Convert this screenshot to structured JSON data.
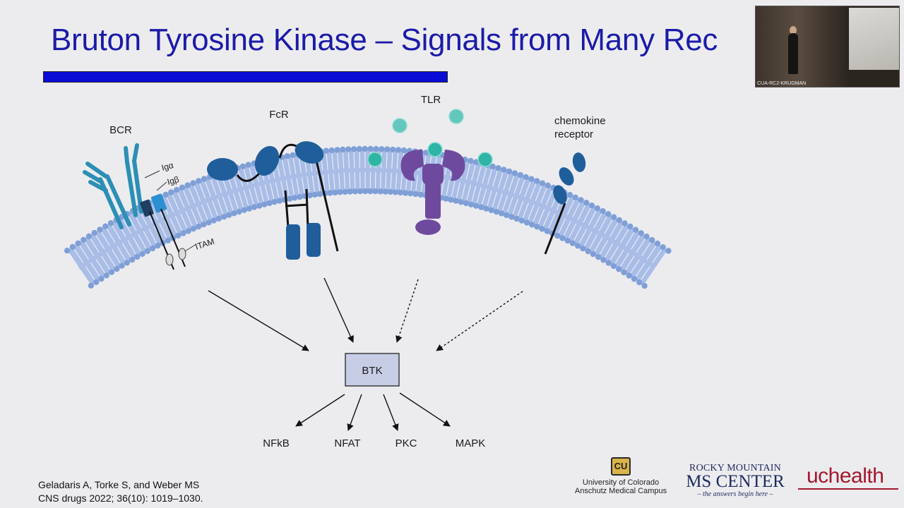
{
  "slide": {
    "title": "Bruton Tyrosine Kinase – Signals from Many Rec",
    "accent_color": "#0b0bd6",
    "title_color": "#1b1ba8"
  },
  "diagram": {
    "receptors": {
      "bcr": "BCR",
      "fcr": "FcR",
      "tlr": "TLR",
      "chemokine_line1": "chemokine",
      "chemokine_line2": "receptor"
    },
    "bcr_parts": {
      "ig_alpha": "Igα",
      "ig_beta": "Igβ",
      "itam": "ITAM"
    },
    "hub": "BTK",
    "outputs": [
      "NFkB",
      "NFAT",
      "PKC",
      "MAPK"
    ],
    "colors": {
      "membrane": "#7f9fd6",
      "receptor_blue": "#1f5e9b",
      "bcr_teal": "#2c8fb5",
      "tlr_purple": "#6e4a9e",
      "ligand_teal": "#63c7bd",
      "btk_box": "#c8cde6"
    }
  },
  "citation": {
    "line1": "Geladaris A, Torke S, and Weber MS",
    "line2": "CNS drugs 2022; 36(10): 1019–1030."
  },
  "video": {
    "caption": "CUA-RC2-KRUGMAN"
  },
  "logos": {
    "cu_line1": "University of Colorado",
    "cu_line2": "Anschutz Medical Campus",
    "rm_line1": "ROCKY MOUNTAIN",
    "rm_line2": "MS CENTER",
    "rm_tagline": "– the answers begin here –",
    "uchealth": "uchealth"
  }
}
